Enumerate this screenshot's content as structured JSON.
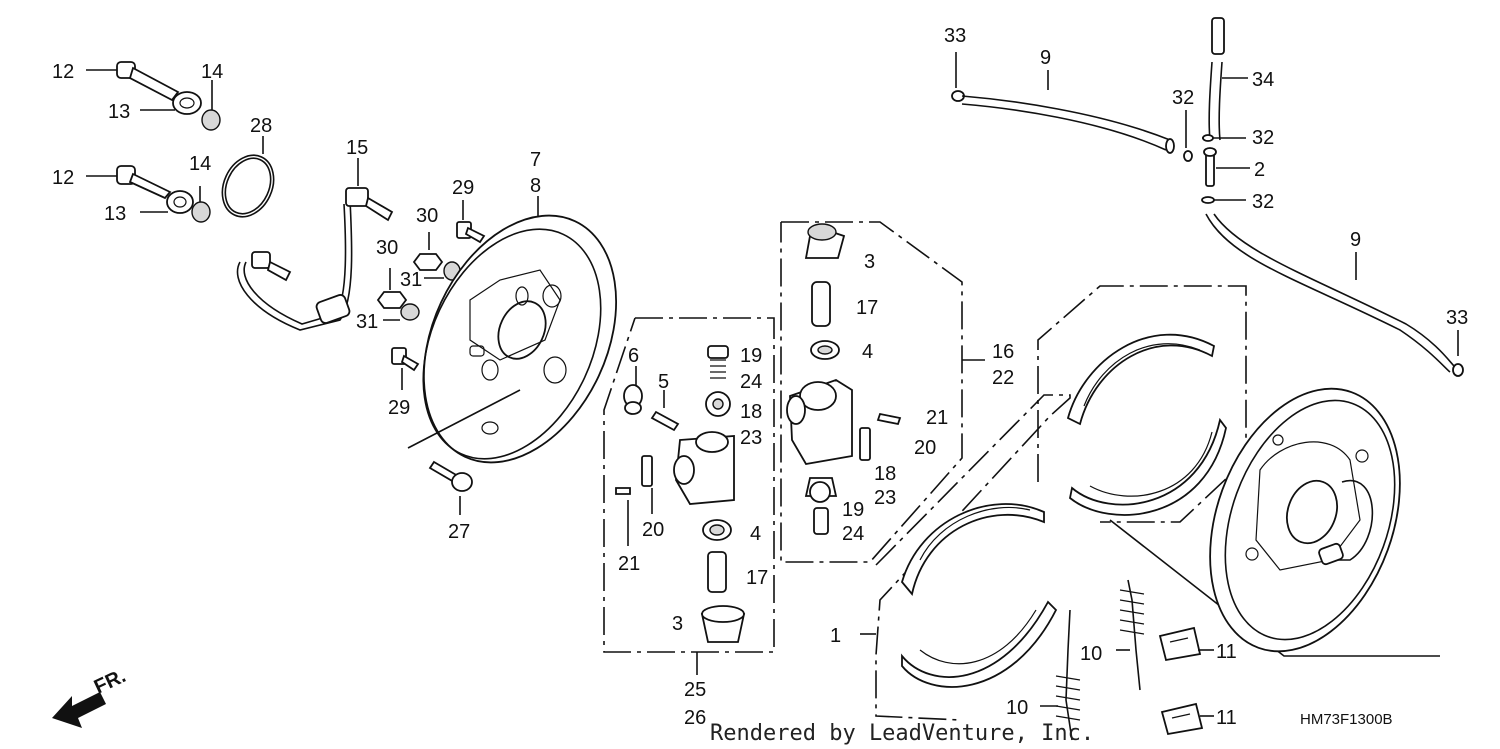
{
  "callouts": {
    "c12a": "12",
    "c14a": "14",
    "c13a": "13",
    "c12b": "12",
    "c14b": "14",
    "c13b": "13",
    "c28": "28",
    "c15": "15",
    "c29a": "29",
    "c30a": "30",
    "c30b": "30",
    "c31a": "31",
    "c31b": "31",
    "c29b": "29",
    "c7": "7",
    "c8": "8",
    "c27": "27",
    "c6": "6",
    "c5": "5",
    "c19a": "19",
    "c24a": "24",
    "c18a": "18",
    "c23a": "23",
    "c20a": "20",
    "c21a": "21",
    "c4a": "4",
    "c17a": "17",
    "c3a": "3",
    "c25": "25",
    "c26": "26",
    "c3b": "3",
    "c17b": "17",
    "c4b": "4",
    "c21b": "21",
    "c20b": "20",
    "c18b": "18",
    "c23b": "23",
    "c19b": "19",
    "c24b": "24",
    "c16": "16",
    "c22": "22",
    "c33a": "33",
    "c9a": "9",
    "c34": "34",
    "c32a": "32",
    "c32b": "32",
    "c2": "2",
    "c32c": "32",
    "c9b": "9",
    "c33b": "33",
    "c1": "1",
    "c10a": "10",
    "c11a": "11",
    "c10b": "10",
    "c11b": "11"
  },
  "front_indicator": "FR.",
  "diagram_code": "HM73F1300B",
  "credit": "Rendered by LeadVenture, Inc."
}
